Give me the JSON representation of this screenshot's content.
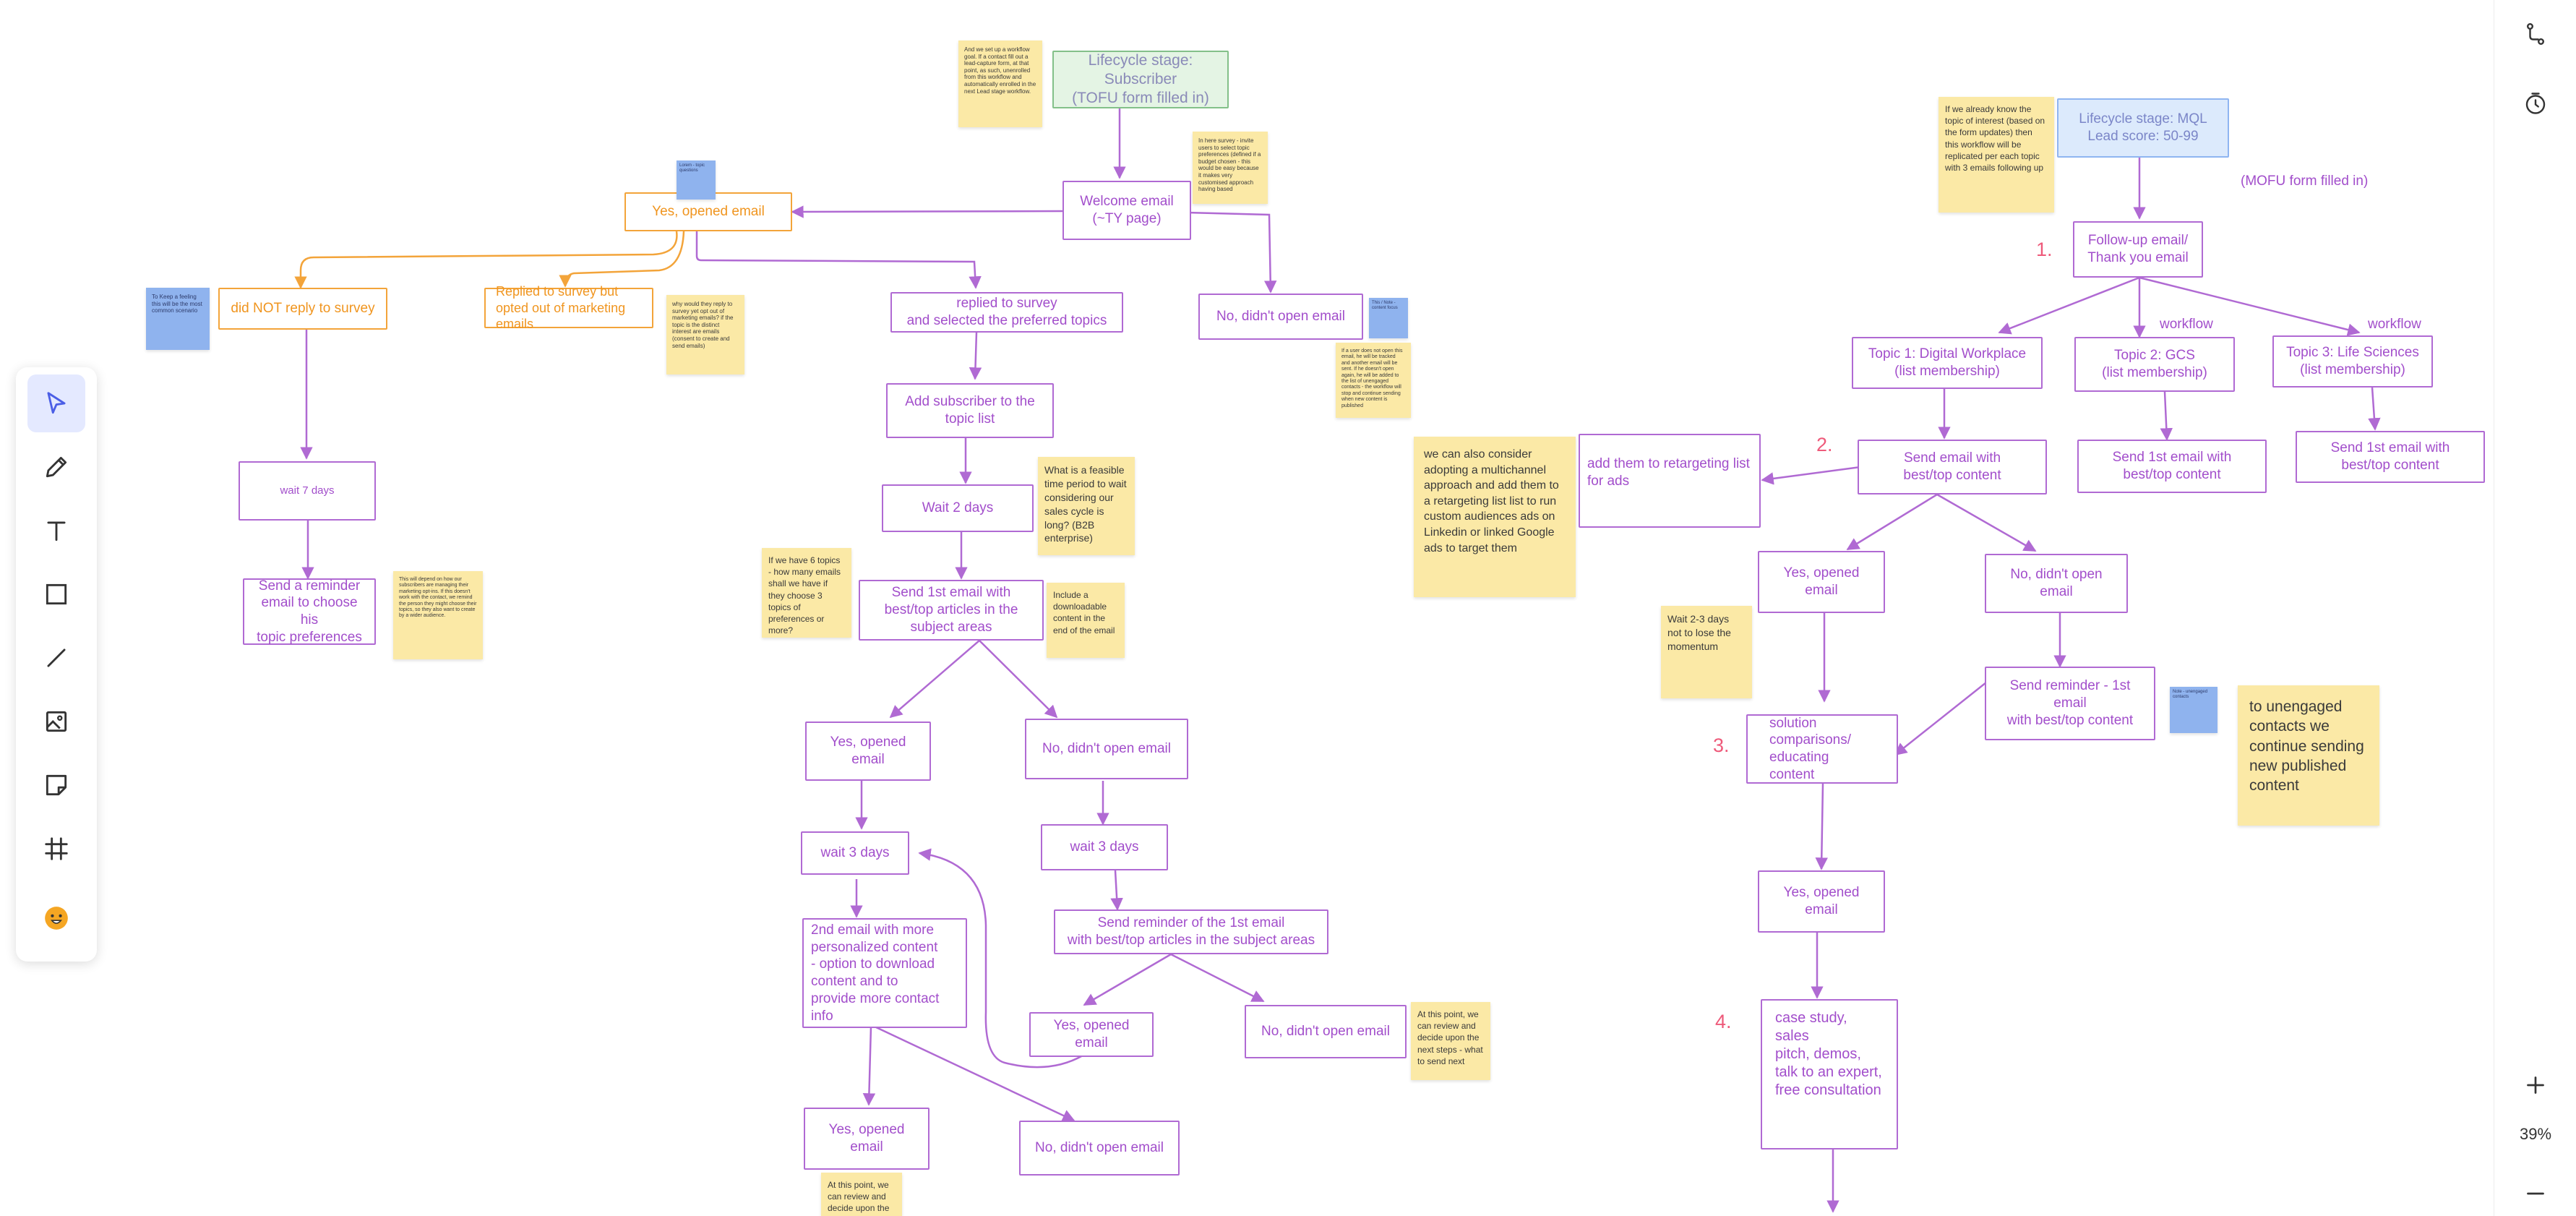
{
  "canvas": {
    "lifecycle_subscriber": "Lifecycle stage: Subscriber\n(TOFU form filled in)",
    "welcome_email": "Welcome email\n(~TY page)",
    "yes_opened_email": "Yes, opened email",
    "no_didnt_open": "No, didn't open email",
    "did_not_reply": "did NOT reply to survey",
    "replied_opted_out": "Replied to survey but\nopted out of marketing\nemails",
    "replied_selected": "replied to survey\nand selected the preferred topics",
    "add_subscriber": "Add subscriber to the\ntopic list",
    "wait_2_days": "Wait 2 days",
    "wait_7_days": "wait 7 days",
    "send_reminder_topic": "Send a reminder\nemail to choose his\ntopic preferences",
    "send_1st_email": "Send 1st email with\nbest/top articles in the\nsubject areas",
    "yes_opened_email_left": "Yes, opened\nemail",
    "no_didnt_open_email_mid": "No, didn't open email",
    "wait_3_days_a": "wait 3 days",
    "wait_3_days_b": "wait 3 days",
    "second_email": "2nd email with more\npersonalized content\n- option to download\ncontent and to\nprovide more contact\ninfo",
    "send_reminder_1st": "Send reminder of the 1st email\nwith best/top articles in the subject areas",
    "yes_opened_email_c": "Yes, opened email",
    "no_didnt_open_email_c": "No, didn't open email",
    "yes_opened_email_d": "Yes, opened\nemail",
    "no_didnt_open_email_d": "No, didn't open email",
    "lifecycle_mql": "Lifecycle stage: MQL\nLead score: 50-99",
    "mofu_note": "(MOFU form filled in)",
    "followup_email": "Follow-up email/\nThank you email",
    "topic1": "Topic 1: Digital Workplace\n(list membership)",
    "topic2": "Topic 2: GCS\n(list membership)",
    "topic3": "Topic 3: Life Sciences\n(list membership)",
    "workflow_a": "workflow",
    "workflow_b": "workflow",
    "send_best_1": "Send email with\nbest/top content",
    "send_best_2": "Send 1st email with\nbest/top content",
    "send_best_3": "Send 1st email with\nbest/top content",
    "add_retargeting": "add them to retargeting list\nfor ads",
    "mql_yes_opened": "Yes, opened email",
    "mql_no_open": "No, didn't open email",
    "mql_reminder": "Send reminder - 1st email\nwith best/top content",
    "solution_comparisons": "solution\ncomparisons/\neducating\ncontent",
    "mql_yes_opened_2": "Yes, opened email",
    "case_study": "case study, sales\npitch, demos,\ntalk to an expert,\nfree consultation",
    "step1": "1.",
    "step2": "2.",
    "step3": "3.",
    "step4": "4."
  },
  "stickies": {
    "workflow_goal": "And we set up a workflow goal. If a contact fill out a lead-capture form, at that point, as such, unenrolled from this workflow and automatically enrolled in the next Lead stage workflow.",
    "survey_note": "In here survey - invite users to select topic preferences (defined if a budget chosen - this would be easy because it makes very customised approach having based",
    "blue_small_top": "Lorem - topic questions",
    "blue_left": "To Keep a feeling this will be the most common scenario",
    "opt_out_note": "why would they reply to survey yet opt out of marketing emails? if the topic is the distinct interest are emails (consent to create and send emails)",
    "blue_right": "This / Note - content focus",
    "no_open_note": "If a user does not open this email, he will be tracked and another email will be sent. If he doesn't open again, he will be added to the list of unengaged contacts - the workflow will stop and continue sending when new content is published",
    "feasible_note": "What is a feasible time period to wait considering our sales cycle is long? (B2B enterprise)",
    "six_topics_note": "If we have 6 topics - how many emails shall we have if they choose 3 topics of preferences or more?",
    "downloadable_note": "Include a downloadable content in the end of the email",
    "reminder_note": "This will depend on how our subscribers are managing their marketing opt-ins. If this doesn't work with the contact, we remind the person they might choose their topics, so they also want to create by a wider audience.",
    "review_note_1": "At this point, we can review and decide upon the next steps - what to send next",
    "review_note_2": "At this point, we can review and decide upon the",
    "known_topic": "If we already know the topic of interest (based on the form updates) then this workflow will be replicated per each topic with 3 emails following up",
    "multichannel": "we can also consider adopting a multichannel approach and add them to a retargeting list list to run custom audiences ads on Linkedin or linked Google ads to target them",
    "wait_2_3": "Wait 2-3 days not to lose the momentum",
    "blue_mql": "Note - unengaged contacts",
    "unengaged": "to unengaged contacts we continue sending new published content"
  },
  "tools": [
    "select-tool",
    "pen-tool",
    "text-tool",
    "rectangle-tool",
    "line-tool",
    "image-tool",
    "sticky-note-tool",
    "frame-tool",
    "emoji-reaction-tool"
  ],
  "right_rail": {
    "zoom_level": "39%"
  }
}
